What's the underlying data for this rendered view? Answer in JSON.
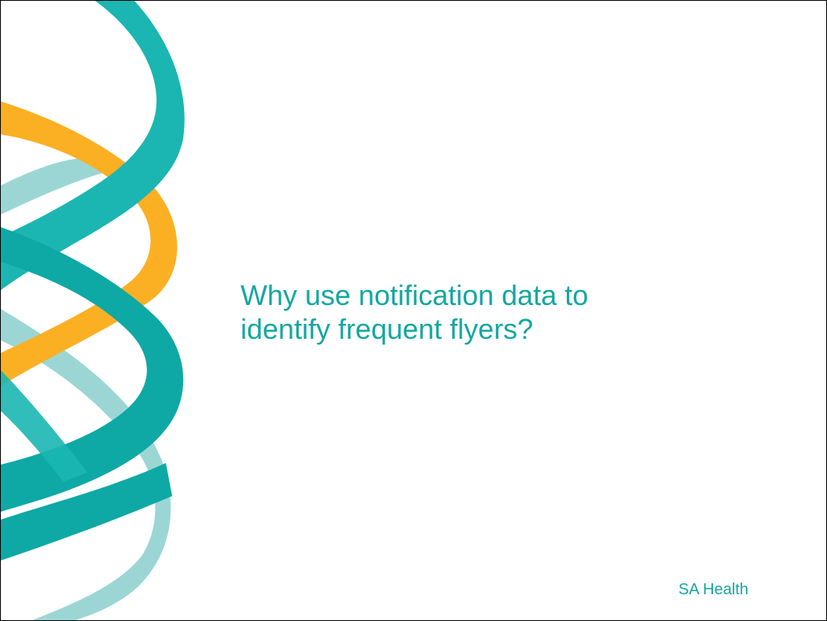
{
  "slide": {
    "title_line1": "Why use notification data to",
    "title_line2": "identify frequent flyers?",
    "footer": "SA Health"
  },
  "decoration": {
    "name": "dna-helix-ribbons",
    "colors": {
      "teal": "#1bb6b1",
      "teal_dark": "#0ea9a4",
      "light_teal": "#9bd6d5",
      "orange": "#fbb024",
      "text": "#14a7a0"
    }
  }
}
